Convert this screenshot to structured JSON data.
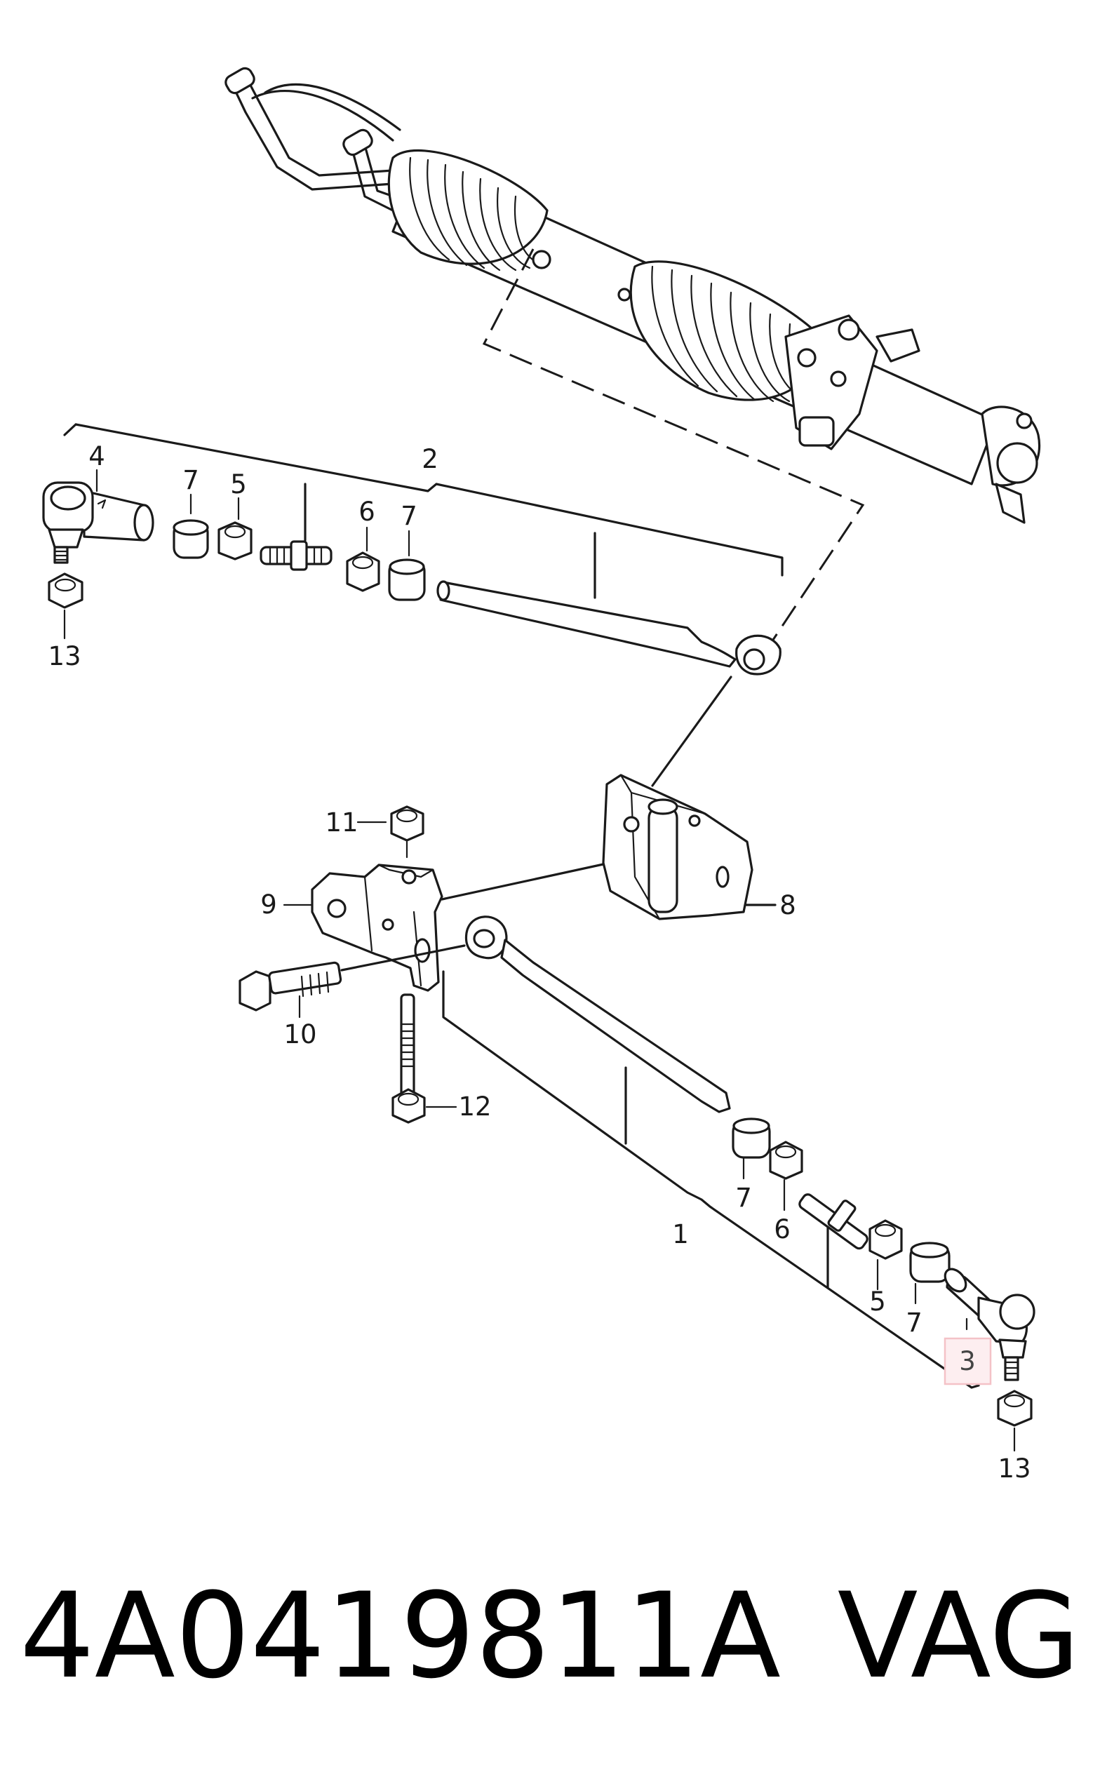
{
  "diagram": {
    "callouts": {
      "c1": "1",
      "c2": "2",
      "c3": "3",
      "c4": "4",
      "c5_top": "5",
      "c5_bottom": "5",
      "c6_top": "6",
      "c6_bottom": "6",
      "c7_top_a": "7",
      "c7_top_b": "7",
      "c7_bottom_a": "7",
      "c7_bottom_b": "7",
      "c8": "8",
      "c9": "9",
      "c10": "10",
      "c11": "11",
      "c12": "12",
      "c13_top": "13",
      "c13_bottom": "13"
    },
    "highlighted_callout": "3",
    "highlight_color": "#f4c2c7",
    "highlight_fill": "#fdeef0"
  },
  "caption": {
    "part_number": "4A0419811A",
    "brand": "VAG"
  }
}
